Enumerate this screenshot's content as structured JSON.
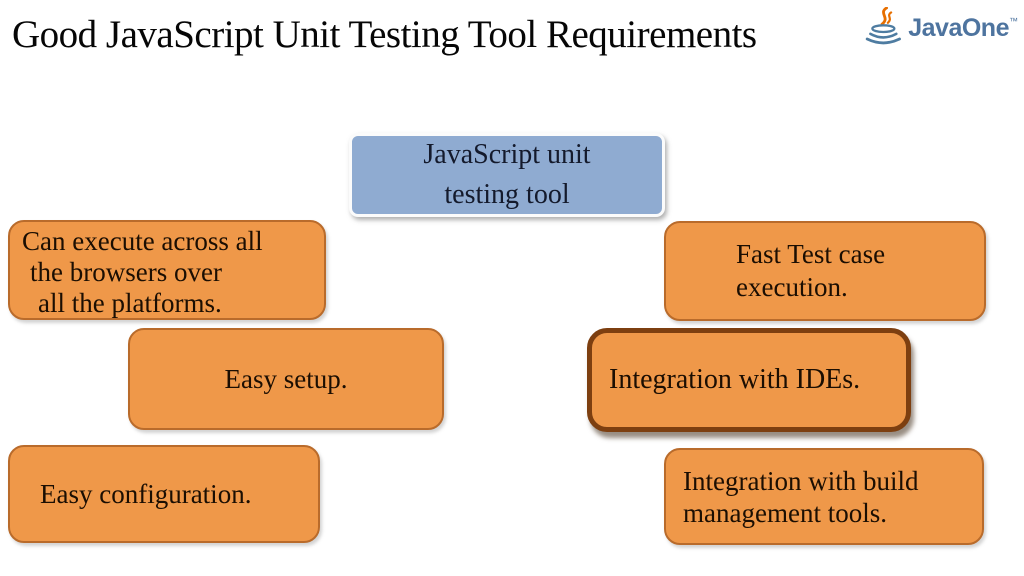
{
  "slide": {
    "title": "Good JavaScript Unit Testing Tool Requirements",
    "logo": {
      "icon": "java-cup-icon",
      "text": "JavaOne",
      "tm": "™"
    },
    "center_box": {
      "lines": [
        "JavaScript unit",
        "testing tool"
      ]
    },
    "boxes": [
      {
        "id": "cross-browser",
        "lines": [
          "Can execute across all",
          "the browsers over",
          "all the platforms."
        ]
      },
      {
        "id": "fast-execution",
        "lines": [
          "Fast Test case",
          "execution."
        ]
      },
      {
        "id": "easy-setup",
        "lines": [
          "Easy setup."
        ]
      },
      {
        "id": "ide-integration",
        "lines": [
          "Integration with IDEs."
        ],
        "highlighted": true
      },
      {
        "id": "easy-configuration",
        "lines": [
          "Easy configuration."
        ]
      },
      {
        "id": "build-integration",
        "lines": [
          "Integration with build",
          "management tools."
        ]
      }
    ],
    "colors": {
      "box_fill": "#EF9849",
      "box_border": "#B96B2B",
      "highlight_border": "#7D3F10",
      "center_fill": "#8FABD1",
      "center_border": "#FBFBFB",
      "title_text": "#060606",
      "box_text": "#1B0E02",
      "center_text": "#141A2C",
      "logo_text": "#4E749F",
      "logo_steam": "#E76F00",
      "logo_cup": "#4E7CA1"
    }
  }
}
